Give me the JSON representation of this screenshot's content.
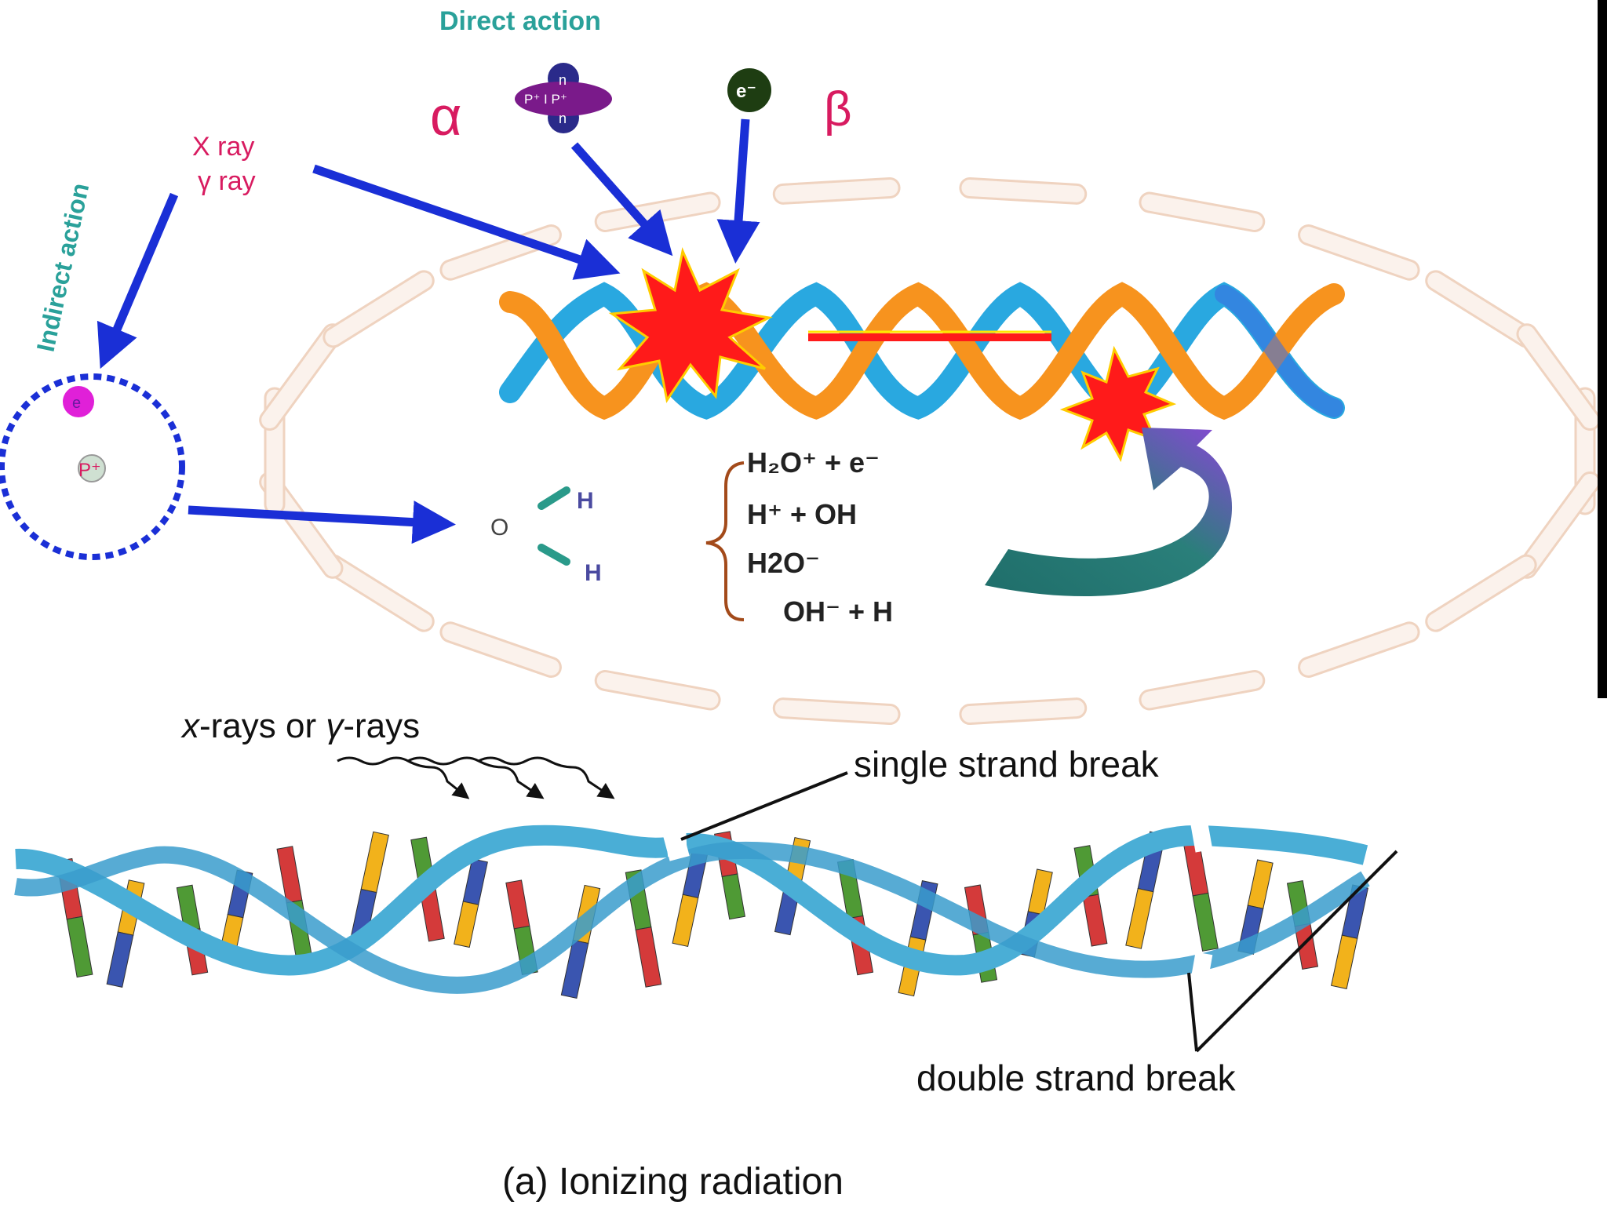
{
  "top_panel": {
    "direct_action_label": "Direct action",
    "indirect_action_label": "Indirect action",
    "alpha_symbol": "α",
    "beta_symbol": "β",
    "xray_label": "X ray",
    "gamma_label": "γ ray",
    "electron_label": "e⁻",
    "electron_small_label": "e",
    "proton_label": "P⁺",
    "alpha_particle": {
      "top_n": "n",
      "bottom_n": "n",
      "center": "P⁺ I P⁺"
    },
    "water": {
      "oxygen": "O",
      "h_top": "H",
      "h_bottom": "H"
    },
    "reactions": [
      "H₂O⁺ + e⁻",
      "H⁺ + OH",
      "H2O⁻",
      "OH⁻ + H"
    ]
  },
  "bottom_panel": {
    "rays_label_x": "x",
    "rays_label_mid": "-rays or ",
    "rays_label_gamma": "γ",
    "rays_label_end": "-rays",
    "single_break_label": "single strand break",
    "double_break_label": "double strand break",
    "caption": "(a) Ionizing radiation"
  },
  "colors": {
    "teal_text": "#2aa19a",
    "pink_text": "#d81b60",
    "arrow_blue": "#1a2fd6",
    "strand_orange": "#f7931e",
    "strand_blue": "#29a8e0",
    "burst_red": "#ff1a1a",
    "membrane": "#f3dccb",
    "dna_bottom_blue": "#4aaed6",
    "base_colors": [
      "#d43a3a",
      "#f2b21b",
      "#4f9a35",
      "#3a55b0"
    ]
  }
}
